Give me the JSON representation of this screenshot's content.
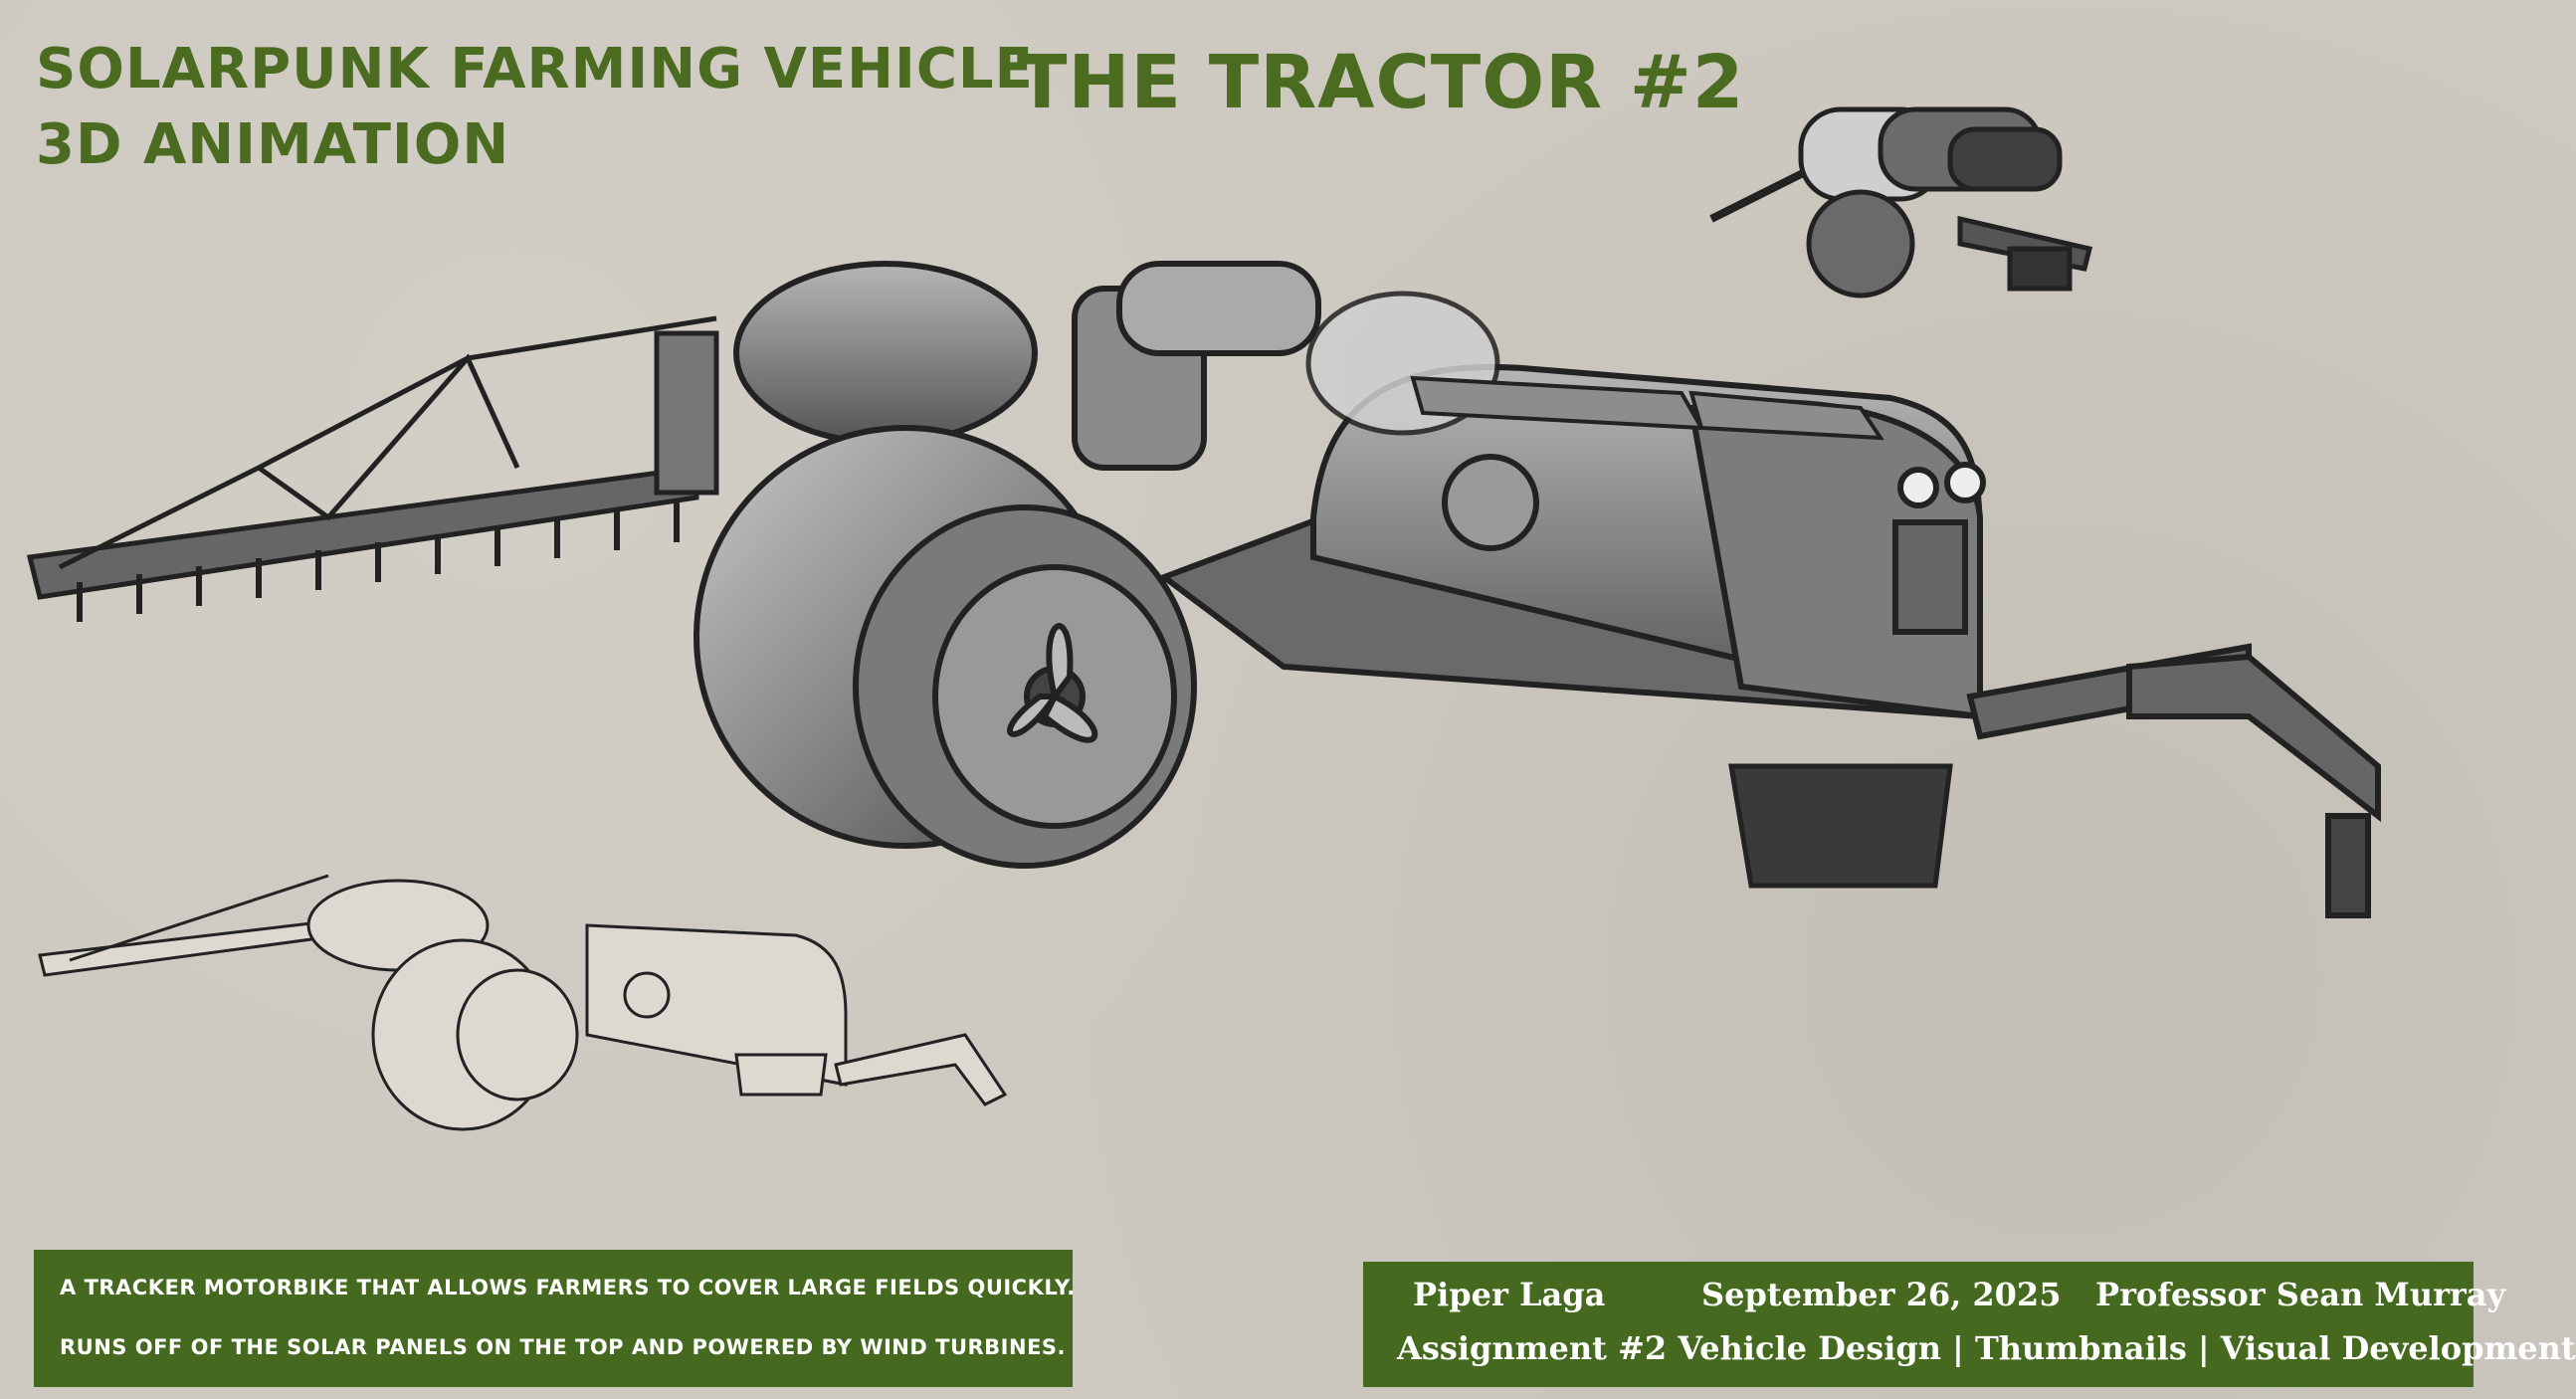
{
  "header": {
    "subtitle_line1": "SOLARPUNK FARMING VEHICLE",
    "subtitle_line2": "3D ANIMATION",
    "title": "THE TRACTOR #2"
  },
  "description": {
    "line1": "A TRACKER MOTORBIKE THAT ALLOWS FARMERS TO COVER LARGE FIELDS QUICKLY.",
    "line2": "RUNS OFF OF THE SOLAR PANELS ON THE TOP AND POWERED BY WIND TURBINES."
  },
  "credits": {
    "author": "Piper Laga",
    "date": "September 26, 2025",
    "professor": "Professor Sean Murray",
    "course_line": "Assignment #2 Vehicle Design  |  Thumbnails |  Visual Development"
  },
  "colors": {
    "title_green": "#4a6b20",
    "box_green": "#456a1f",
    "background": "#cdc9c0"
  }
}
